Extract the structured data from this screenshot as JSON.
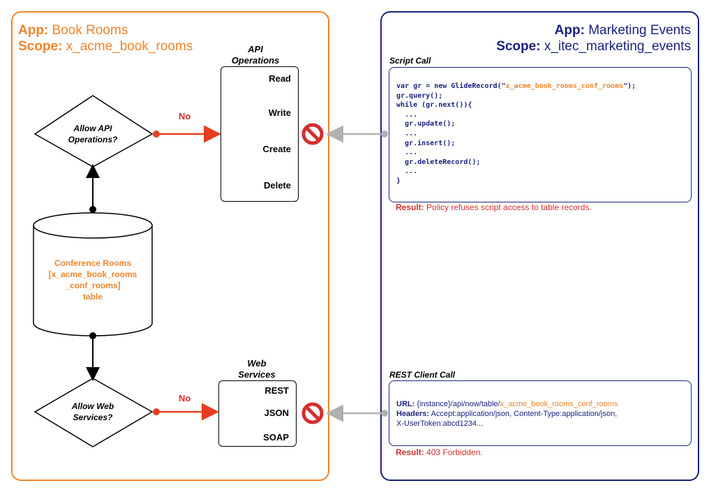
{
  "left": {
    "app_key": "App:",
    "app_value": "Book Rooms",
    "scope_key": "Scope:",
    "scope_value": "x_acme_book_rooms"
  },
  "right": {
    "app_key": "App:",
    "app_value": "Marketing Events",
    "scope_key": "Scope:",
    "scope_value": "x_itec_marketing_events"
  },
  "api_ops": {
    "title_line1": "API",
    "title_line2": "Operations",
    "items": [
      "Read",
      "Write",
      "Create",
      "Delete"
    ]
  },
  "web_services": {
    "title_line1": "Web",
    "title_line2": "Services",
    "items": [
      "REST",
      "JSON",
      "SOAP"
    ]
  },
  "decision_api": {
    "line1": "Allow API",
    "line2": "Operations?"
  },
  "decision_web": {
    "line1": "Allow Web",
    "line2": "Services?"
  },
  "no_label_1": "No",
  "no_label_2": "No",
  "database": {
    "line1": "Conference Rooms",
    "line2": "[x_acme_book_rooms",
    "line3": "_conf_rooms]",
    "line4": "table"
  },
  "script_call": {
    "title": "Script Call",
    "code_prefix": "var gr = new GlideRecord(\"",
    "code_table": "x_acme_book_rooms_conf_rooms",
    "code_suffix": "\");",
    "code_rest": "gr.query();\nwhile (gr.next()){\n  ...\n  gr.update();\n  ...\n  gr.insert();\n  ...\n  gr.deleteRecord();\n  ...\n}",
    "result_key": "Result:",
    "result_value": "Policy refuses script access to table records."
  },
  "rest_call": {
    "title": "REST Client Call",
    "url_key": "URL:",
    "url_prefix": "{instance}/api/now/table/",
    "url_table": "x_acme_book_rooms_conf_rooms",
    "headers_key": "Headers:",
    "headers_line1": "Accept:application/json, Content-Type:application/json,",
    "headers_line2": "X-UserToken:abcd1234...",
    "result_key": "Result:",
    "result_value": "403 Forbidden."
  },
  "colors": {
    "orange": "#f0842a",
    "navy": "#1a237e",
    "red": "#d32f2f",
    "gray_arrow": "#b0b0b0"
  }
}
